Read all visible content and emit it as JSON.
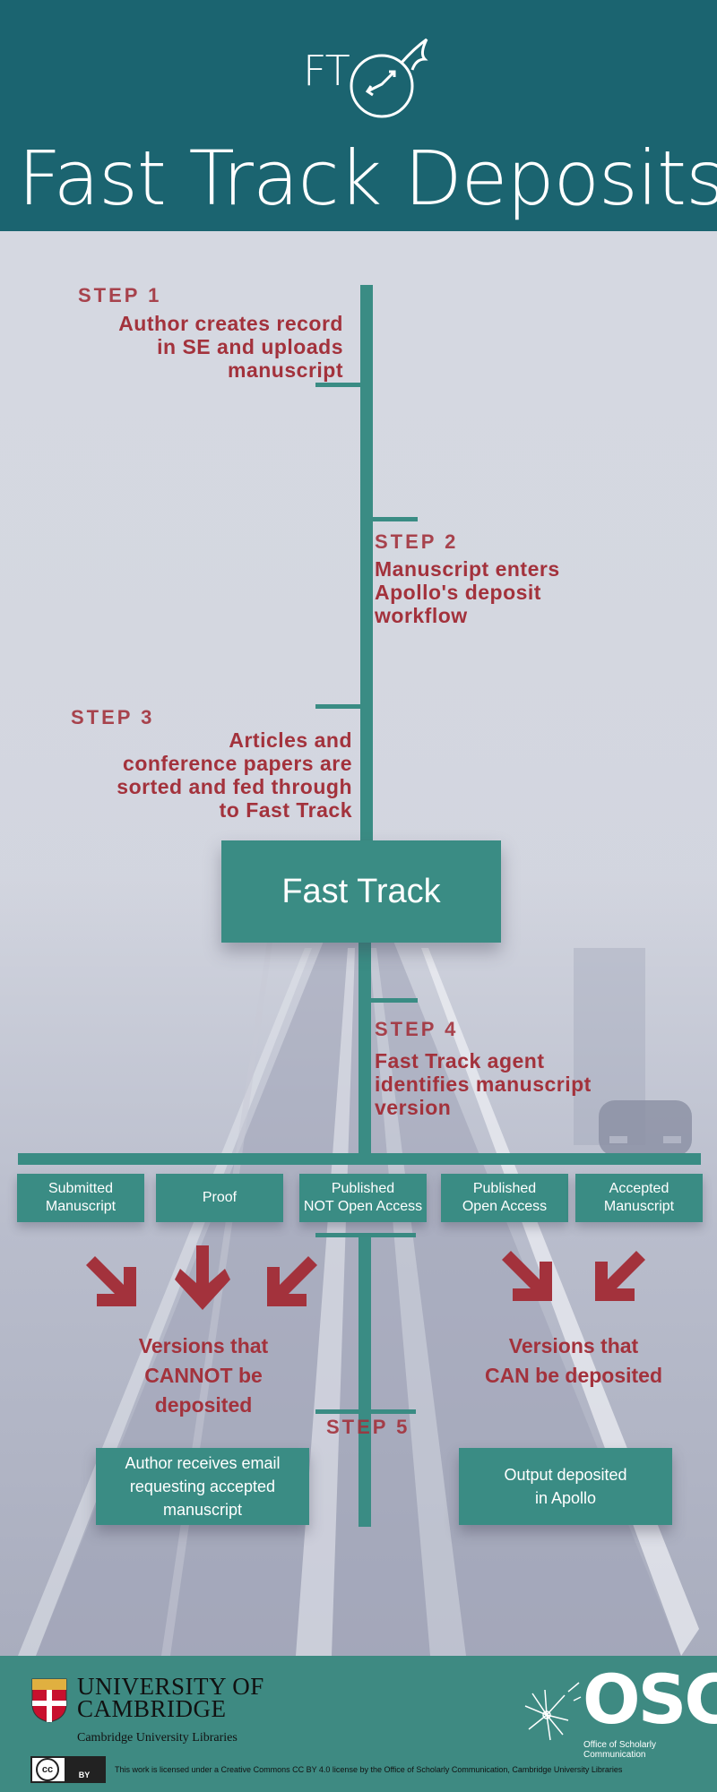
{
  "header": {
    "logo_text": "FT",
    "title": "Fast Track Deposits",
    "bg_color": "#1b6470"
  },
  "steps": {
    "step1": {
      "label": "STEP 1",
      "text": "Author creates record in SE and uploads manuscript",
      "lines": [
        "Author creates record",
        "in SE and uploads",
        "manuscript"
      ]
    },
    "step2": {
      "label": "STEP 2",
      "lines": [
        "Manuscript enters",
        "Apollo's deposit",
        "workflow"
      ]
    },
    "step3": {
      "label": "STEP 3",
      "lines": [
        "Articles and",
        "conference papers are",
        "sorted and fed through",
        "to Fast Track"
      ]
    },
    "step4": {
      "label": "STEP 4",
      "lines": [
        "Fast Track agent",
        "identifies manuscript",
        "version"
      ]
    },
    "step5": {
      "label": "STEP 5"
    }
  },
  "fast_track": {
    "label": "Fast Track"
  },
  "versions": [
    {
      "lines": [
        "Submitted",
        "Manuscript"
      ]
    },
    {
      "lines": [
        "Proof"
      ]
    },
    {
      "lines": [
        "Published",
        "NOT Open Access"
      ]
    },
    {
      "lines": [
        "Published",
        "Open Access"
      ]
    },
    {
      "lines": [
        "Accepted",
        "Manuscript"
      ]
    }
  ],
  "verdicts": {
    "cannot": [
      "Versions that",
      "CANNOT be",
      "deposited"
    ],
    "can": [
      "Versions that",
      "CAN be deposited"
    ]
  },
  "outcomes": {
    "email": [
      "Author receives email",
      "requesting accepted",
      "manuscript"
    ],
    "deposited": [
      "Output deposited",
      "in Apollo"
    ]
  },
  "footer": {
    "university": [
      "UNIVERSITY OF",
      "CAMBRIDGE"
    ],
    "library": "Cambridge University Libraries",
    "osc": "OSC",
    "osc_sub": "Office of Scholarly Communication",
    "cc_badge": "BY",
    "license": "This work is licensed under a Creative Commons CC BY 4.0 license by the Office of Scholarly Communication, Cambridge University Libraries"
  },
  "colors": {
    "accent": "#3a8c84",
    "step_red": "#a3323c",
    "footer": "#3e8a82"
  },
  "icons": [
    "clock-arrow-icon",
    "down-right-arrow-icon",
    "down-arrow-icon",
    "down-left-arrow-icon",
    "cambridge-shield-icon",
    "dandelion-icon",
    "creative-commons-icon"
  ]
}
